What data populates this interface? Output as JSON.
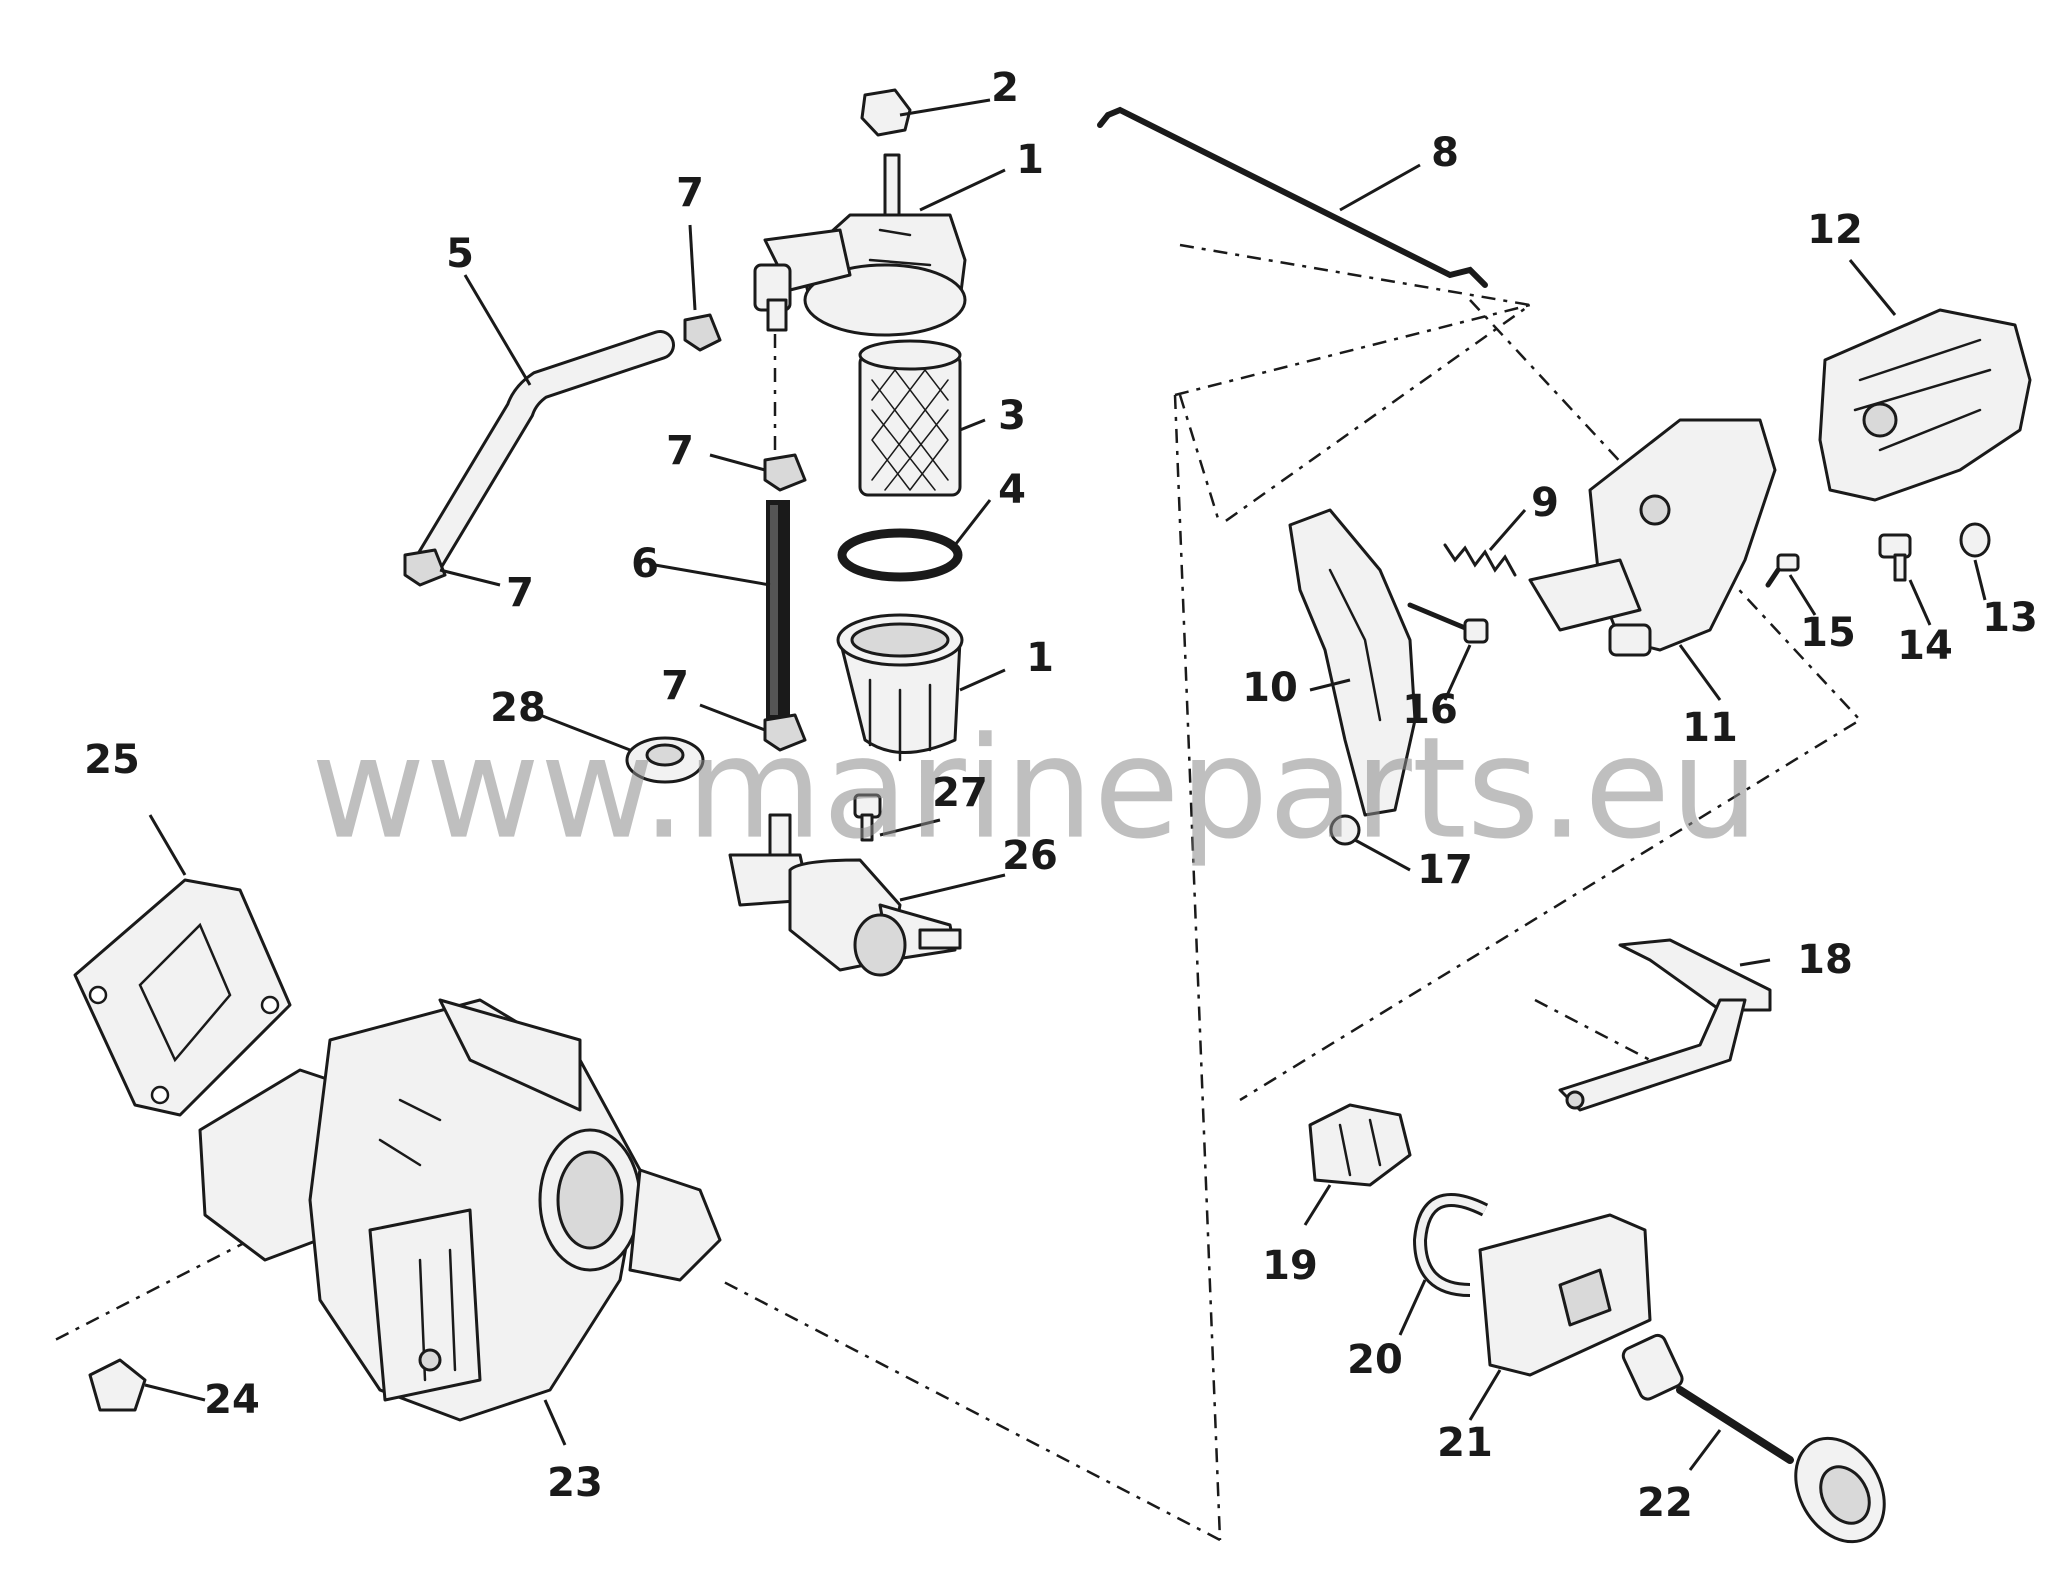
{
  "watermark": "www.marineparts.eu",
  "callouts": {
    "c1_top": "1",
    "c1_bowl": "1",
    "c2": "2",
    "c3": "3",
    "c4": "4",
    "c5": "5",
    "c6": "6",
    "c7_a": "7",
    "c7_b": "7",
    "c7_c": "7",
    "c7_d": "7",
    "c8": "8",
    "c9": "9",
    "c10": "10",
    "c11": "11",
    "c12": "12",
    "c13": "13",
    "c14": "14",
    "c15": "15",
    "c16": "16",
    "c17": "17",
    "c18": "18",
    "c19": "19",
    "c20": "20",
    "c21": "21",
    "c22": "22",
    "c23": "23",
    "c24": "24",
    "c25": "25",
    "c26": "26",
    "c27": "27",
    "c28": "28"
  }
}
